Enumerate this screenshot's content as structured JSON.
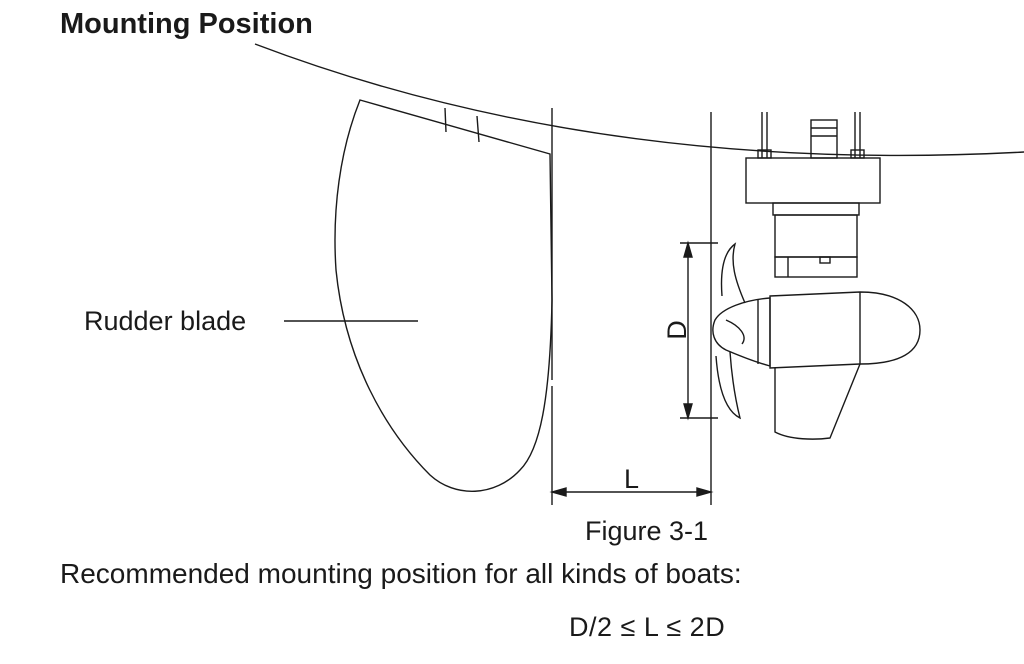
{
  "page": {
    "heading": "Mounting Position",
    "figure_caption": "Figure 3-1",
    "description": "Recommended mounting position for all kinds of boats:",
    "formula": "D/2 ≤ L ≤ 2D"
  },
  "diagram": {
    "rudder_label": "Rudder blade",
    "diameter_label": "D",
    "distance_label": "L"
  }
}
